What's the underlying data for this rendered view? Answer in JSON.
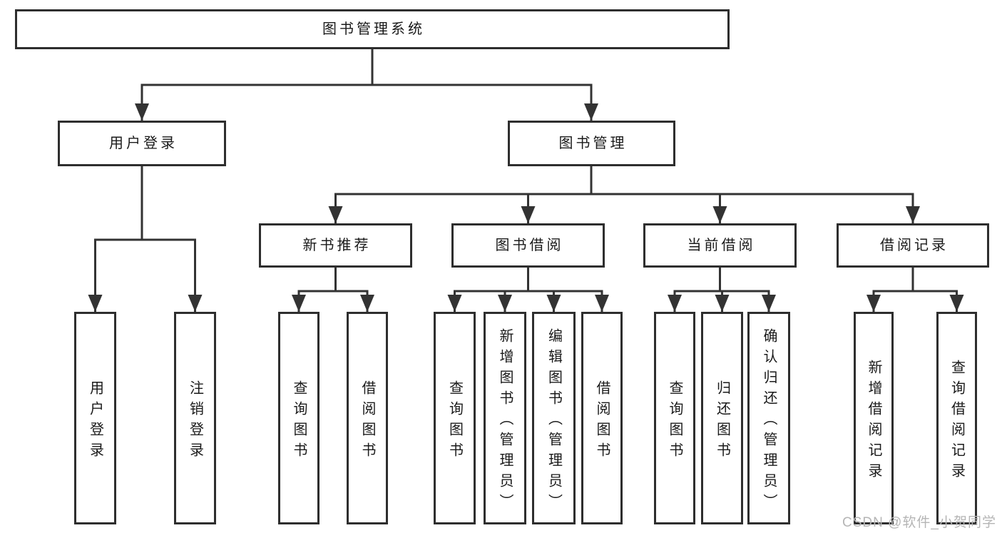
{
  "diagram": {
    "title": "图书管理系统",
    "root": {
      "label": "图书管理系统"
    },
    "level2": [
      {
        "label": "用户登录"
      },
      {
        "label": "图书管理"
      }
    ],
    "level3": [
      {
        "label": "新书推荐",
        "parent": "图书管理"
      },
      {
        "label": "图书借阅",
        "parent": "图书管理"
      },
      {
        "label": "当前借阅",
        "parent": "图书管理"
      },
      {
        "label": "借阅记录",
        "parent": "图书管理"
      }
    ],
    "leaves": [
      {
        "label": "用户登录",
        "parent": "用户登录"
      },
      {
        "label": "注销登录",
        "parent": "用户登录"
      },
      {
        "label": "查询图书",
        "parent": "新书推荐"
      },
      {
        "label": "借阅图书",
        "parent": "新书推荐"
      },
      {
        "label": "查询图书",
        "parent": "图书借阅"
      },
      {
        "label": "新增图书（管理员）",
        "parent": "图书借阅"
      },
      {
        "label": "编辑图书（管理员）",
        "parent": "图书借阅"
      },
      {
        "label": "借阅图书",
        "parent": "图书借阅"
      },
      {
        "label": "查询图书",
        "parent": "当前借阅"
      },
      {
        "label": "归还图书",
        "parent": "当前借阅"
      },
      {
        "label": "确认归还（管理员）",
        "parent": "当前借阅"
      },
      {
        "label": "新增借阅记录",
        "parent": "借阅记录"
      },
      {
        "label": "查询借阅记录",
        "parent": "借阅记录"
      }
    ]
  },
  "watermark": "CSDN @软件_小贺同学",
  "colors": {
    "line": "#333333",
    "text": "#1a1a1a",
    "watermark": "#b5b5b5",
    "background": "#ffffff"
  }
}
